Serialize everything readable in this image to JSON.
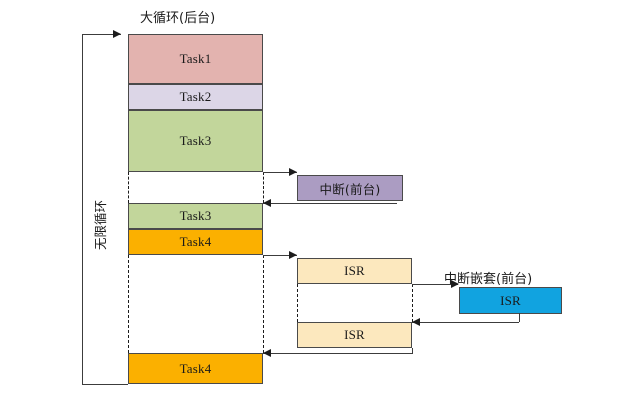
{
  "diagram": {
    "title_background_loop": "大循环(后台)",
    "label_infinite_loop": "无限循环",
    "label_interrupt_foreground": "中断嵌套(前台)",
    "colors": {
      "task1": "#E3B3AF",
      "task2": "#DCD6E7",
      "task3": "#C2D69B",
      "task4": "#FBB000",
      "interrupt": "#AB9CC2",
      "isr": "#FCE8BE",
      "isr_nested": "#11A3E0",
      "stroke": "#3c3c3c",
      "text": "#1a1a1a"
    }
  },
  "main_column": {
    "blocks": [
      {
        "label": "Task1",
        "color_key": "task1"
      },
      {
        "label": "Task2",
        "color_key": "task2"
      },
      {
        "label": "Task3",
        "color_key": "task3"
      },
      {
        "label": "Task3",
        "color_key": "task3"
      },
      {
        "label": "Task4",
        "color_key": "task4"
      },
      {
        "label": "Task4",
        "color_key": "task4"
      }
    ]
  },
  "interrupt_column": {
    "blocks": [
      {
        "label": "中断(前台)",
        "color_key": "interrupt"
      },
      {
        "label": "ISR",
        "color_key": "isr"
      },
      {
        "label": "ISR",
        "color_key": "isr"
      }
    ]
  },
  "nested_column": {
    "blocks": [
      {
        "label": "ISR",
        "color_key": "isr_nested"
      }
    ]
  }
}
